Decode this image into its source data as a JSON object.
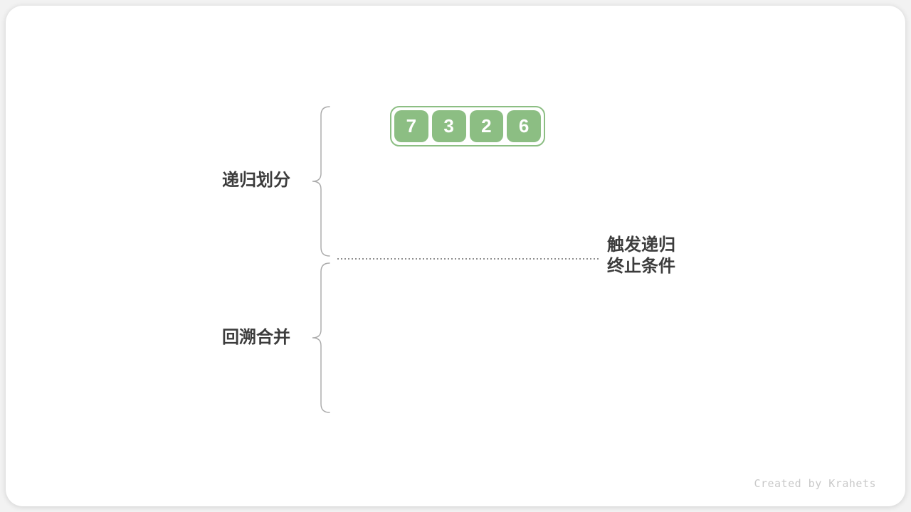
{
  "diagram": {
    "array": {
      "values": [
        "7",
        "3",
        "2",
        "6"
      ]
    },
    "labels": {
      "phase1": "递归划分",
      "phase2": "回溯合并",
      "annotation": "触发递归\n终止条件"
    },
    "watermark": "Created by Krahets"
  },
  "colors": {
    "page_bg": "#f2f2f2",
    "card_bg": "#ffffff",
    "cell_green": "#8cbe83",
    "cell_text": "#ffffff",
    "label_text": "#3c3c3c",
    "brace_gray": "#a9a9a9",
    "dot_gray": "#8f8f8f",
    "watermark_gray": "#c9c9c9"
  }
}
